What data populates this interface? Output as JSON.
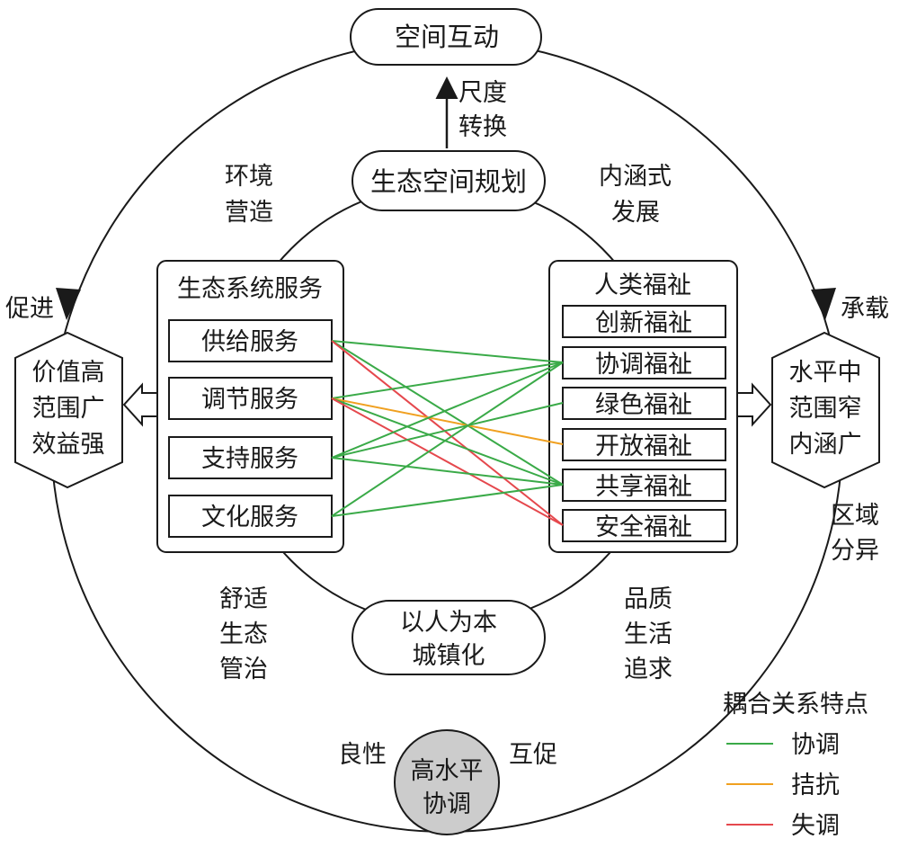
{
  "top_node": {
    "label": "空间互动"
  },
  "scale_label": {
    "line1": "尺度",
    "line2": "转换"
  },
  "planning_node": {
    "label": "生态空间规划"
  },
  "environment_label": {
    "line1": "环境",
    "line2": "营造"
  },
  "connotative_label": {
    "line1": "内涵式",
    "line2": "发展"
  },
  "promote_label": "促进",
  "carry_label": "承载",
  "ecosystem_services": {
    "title": "生态系统服务",
    "items": [
      "供给服务",
      "调节服务",
      "支持服务",
      "文化服务"
    ]
  },
  "human_wellbeing": {
    "title": "人类福祉",
    "items": [
      "创新福祉",
      "协调福祉",
      "绿色福祉",
      "开放福祉",
      "共享福祉",
      "安全福祉"
    ]
  },
  "left_hexagon": {
    "line1": "价值高",
    "line2": "范围广",
    "line3": "效益强"
  },
  "right_hexagon": {
    "line1": "水平中",
    "line2": "范围窄",
    "line3": "内涵广"
  },
  "regional_label": {
    "line1": "区域",
    "line2": "分异"
  },
  "comfort_label": {
    "line1": "舒适",
    "line2": "生态",
    "line3": "管治"
  },
  "quality_label": {
    "line1": "品质",
    "line2": "生活",
    "line3": "追求"
  },
  "urbanization_node": {
    "line1": "以人为本",
    "line2": "城镇化"
  },
  "benign_label": "良性",
  "mutual_label": "互促",
  "core_node": {
    "line1": "高水平",
    "line2": "协调"
  },
  "legend": {
    "title": "耦合关系特点",
    "items": [
      {
        "label": "协调",
        "color": "#3aaa48"
      },
      {
        "label": "拮抗",
        "color": "#f0a020"
      },
      {
        "label": "失调",
        "color": "#e5484d"
      }
    ]
  },
  "links": [
    {
      "from": 0,
      "to": 1,
      "type": "协调"
    },
    {
      "from": 0,
      "to": 4,
      "type": "协调"
    },
    {
      "from": 0,
      "to": 5,
      "type": "失调"
    },
    {
      "from": 1,
      "to": 1,
      "type": "协调"
    },
    {
      "from": 1,
      "to": 3,
      "type": "拮抗"
    },
    {
      "from": 1,
      "to": 4,
      "type": "协调"
    },
    {
      "from": 1,
      "to": 5,
      "type": "失调"
    },
    {
      "from": 2,
      "to": 1,
      "type": "协调"
    },
    {
      "from": 2,
      "to": 2,
      "type": "协调"
    },
    {
      "from": 2,
      "to": 4,
      "type": "协调"
    },
    {
      "from": 3,
      "to": 1,
      "type": "协调"
    },
    {
      "from": 3,
      "to": 4,
      "type": "协调"
    }
  ]
}
